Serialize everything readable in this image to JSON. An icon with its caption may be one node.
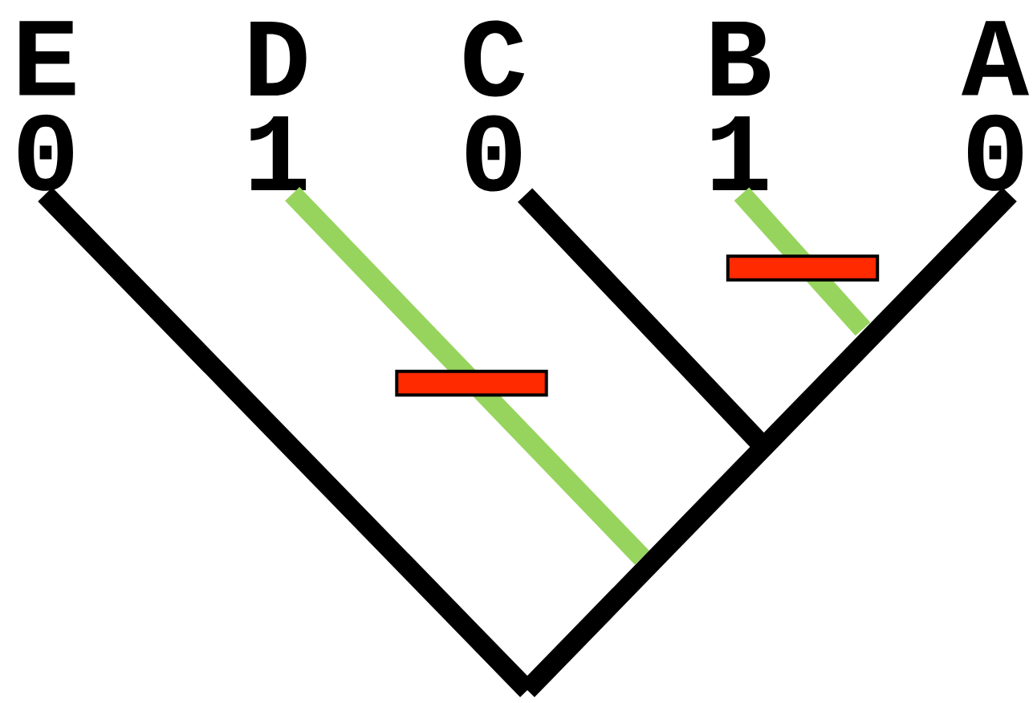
{
  "diagram": {
    "nodes": [
      {
        "text": [
          "E",
          "0"
        ]
      },
      {
        "text": [
          "D",
          "1"
        ]
      },
      {
        "text": [
          "C",
          "0"
        ]
      },
      {
        "text": [
          "B",
          "1"
        ]
      },
      {
        "text": [
          "A",
          "0"
        ]
      },
      {
        "text": [],
        "shape": "bar"
      },
      {
        "text": [],
        "shape": "bar"
      }
    ],
    "edges": [
      {
        "from": null,
        "to": 0,
        "arrow": "none"
      },
      {
        "from": null,
        "to": 1,
        "arrow": "none",
        "color": "#97d45e"
      },
      {
        "from": null,
        "to": 2,
        "arrow": "none"
      },
      {
        "from": null,
        "to": 3,
        "arrow": "none",
        "color": "#97d45e"
      },
      {
        "from": null,
        "to": 4,
        "arrow": "none"
      }
    ]
  }
}
